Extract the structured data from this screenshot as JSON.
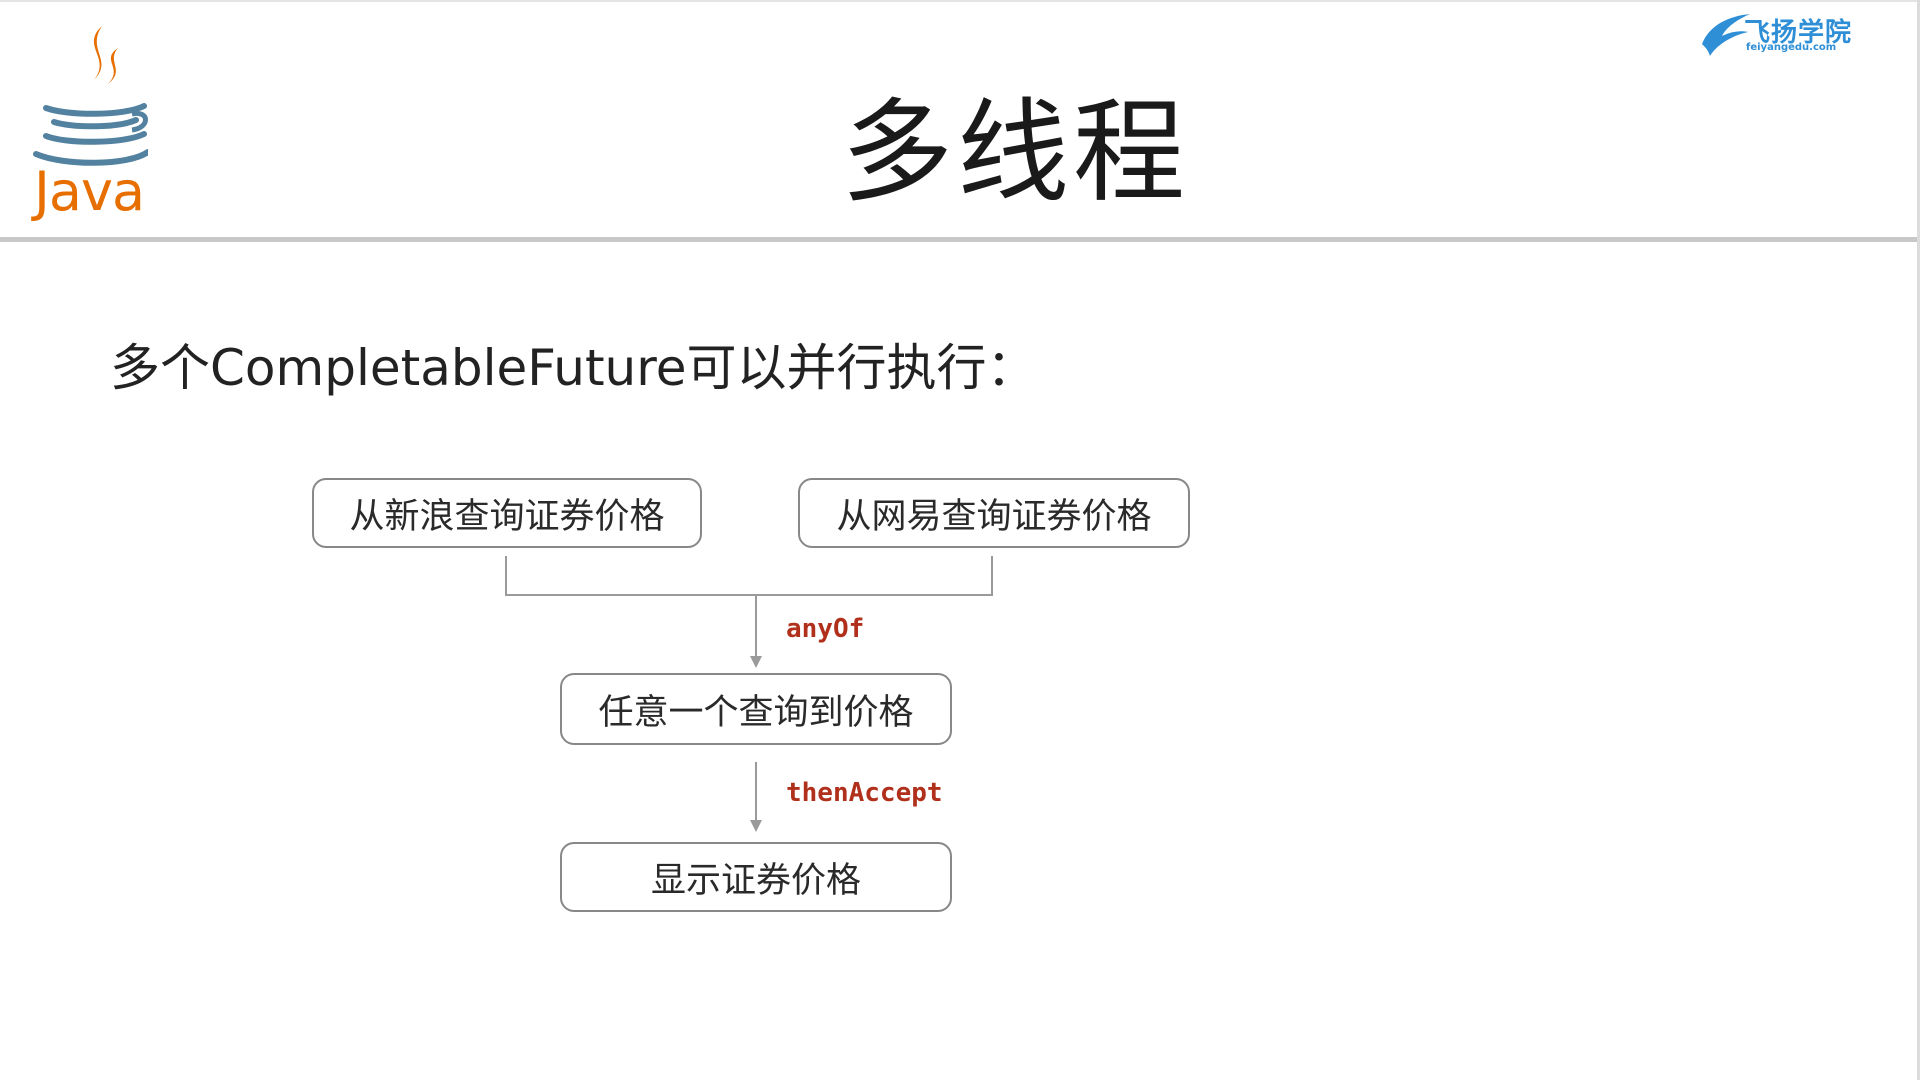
{
  "header": {
    "title": "多线程",
    "java_logo_text": "Java",
    "brand_name": "飞扬学院",
    "brand_url": "feiyangedu.com"
  },
  "subtitle": "多个CompletableFuture可以并行执行：",
  "diagram": {
    "nodes": {
      "sina": "从新浪查询证券价格",
      "netease": "从网易查询证券价格",
      "any": "任意一个查询到价格",
      "display": "显示证券价格"
    },
    "edges": {
      "merge": "anyOf",
      "accept": "thenAccept"
    }
  },
  "colors": {
    "java_orange": "#e76f00",
    "java_blue": "#5382a1",
    "method_red": "#b0301c",
    "brand_blue": "#2f8fd6"
  }
}
